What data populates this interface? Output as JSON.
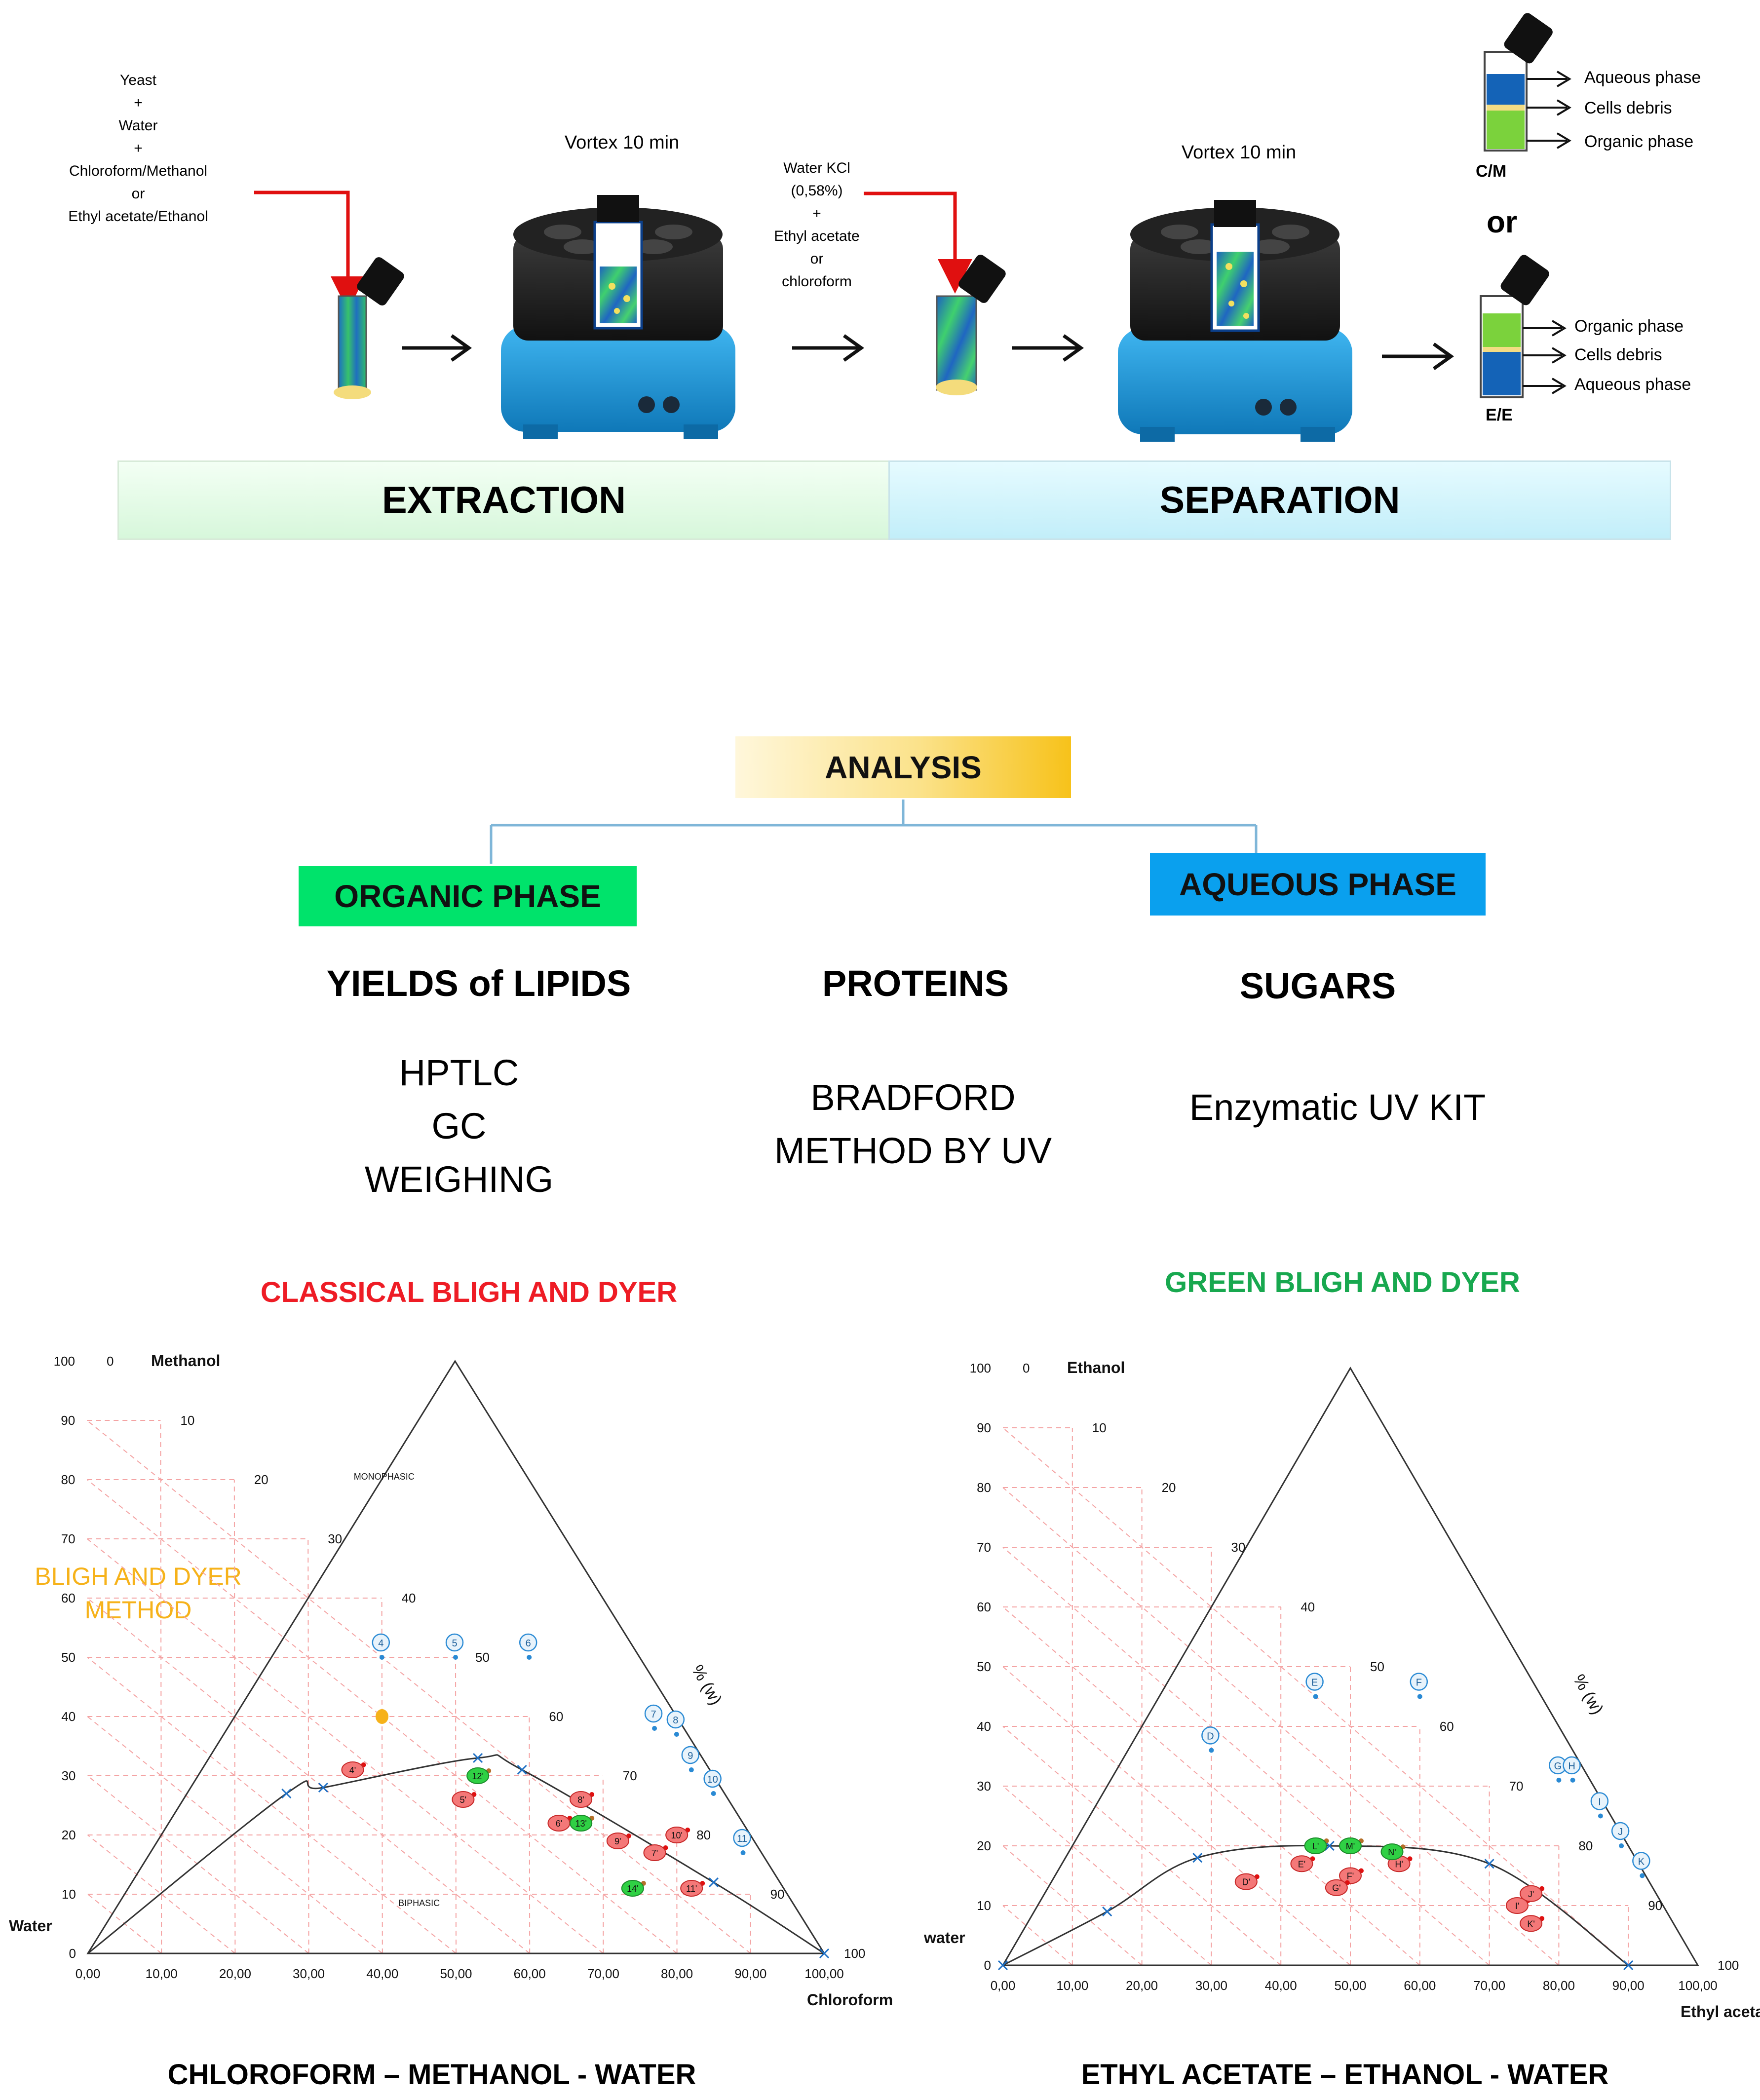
{
  "workflow": {
    "ingredients": [
      "Yeast",
      "+",
      "Water",
      "+",
      "Chloroform/Methanol",
      "or",
      "Ethyl acetate/Ethanol"
    ],
    "vortex1": "Vortex 10 min",
    "additives": [
      "Water KCl",
      "(0,58%)",
      "+",
      "Ethyl acetate",
      "or",
      "chloroform"
    ],
    "vortex2": "Vortex 10 min",
    "cm_label": "C/M",
    "cm_phases": [
      "Aqueous phase",
      "Cells debris",
      "Organic phase"
    ],
    "or_text": "or",
    "ee_label": "E/E",
    "ee_phases": [
      "Organic phase",
      "Cells debris",
      "Aqueous phase"
    ],
    "extraction": "EXTRACTION",
    "separation": "SEPARATION"
  },
  "analysis": {
    "title": "ANALYSIS",
    "organic": "ORGANIC PHASE",
    "aqueous": "AQUEOUS PHASE",
    "lipids_title": "YIELDS of LIPIDS",
    "lipids_methods": [
      "HPTLC",
      "GC",
      "WEIGHING"
    ],
    "proteins_title": "PROTEINS",
    "proteins_methods": [
      "BRADFORD",
      "METHOD BY UV"
    ],
    "sugars_title": "SUGARS",
    "sugars_methods": [
      "Enzymatic UV KIT"
    ]
  },
  "colors": {
    "organic_green": "#00e36b",
    "aqueous_blue": "#0aa0ee",
    "extraction_bg": "#e3fbe6",
    "separation_bg": "#cdf3fb",
    "analysis_gold": "#f7c21a",
    "red_title": "#ee1c25",
    "green_title": "#18a84f",
    "gold_text": "#f6b21a"
  },
  "chart_data": [
    {
      "type": "ternary",
      "title": "CLASSICAL BLIGH AND DYER",
      "subtitle": "CHLOROFORM – METHANOL - WATER",
      "components": [
        "Methanol",
        "Chloroform",
        "Water"
      ],
      "unit": "% (w)",
      "bottom_ticks": [
        "0,00",
        "10,00",
        "20,00",
        "30,00",
        "40,00",
        "50,00",
        "60,00",
        "70,00",
        "80,00",
        "90,00",
        "100,00"
      ],
      "left_ticks": [
        "0",
        "10",
        "20",
        "30",
        "40",
        "50",
        "60",
        "70",
        "80",
        "90",
        "100"
      ],
      "right_ticks": [
        "100",
        "90",
        "80",
        "70",
        "60",
        "50",
        "40",
        "30",
        "20",
        "10",
        "0"
      ],
      "region_labels": [
        "MONOPHASIC",
        "BIPHASIC"
      ],
      "annotation": [
        "BLIGH AND DYER",
        "METHOD"
      ],
      "binodal": [
        [
          0,
          0
        ],
        [
          27,
          27
        ],
        [
          32,
          28
        ],
        [
          53,
          33
        ],
        [
          59,
          31
        ],
        [
          85,
          12
        ],
        [
          100,
          0
        ]
      ],
      "binodal_markers": [
        [
          27,
          27
        ],
        [
          32,
          28
        ],
        [
          53,
          33
        ],
        [
          59,
          31
        ],
        [
          85,
          12
        ],
        [
          100,
          0
        ]
      ],
      "bligh_dyer_point": [
        40,
        40
      ],
      "points": [
        {
          "label": "4",
          "series": "monophasic",
          "x": 40,
          "y": 50
        },
        {
          "label": "5",
          "series": "monophasic",
          "x": 50,
          "y": 50
        },
        {
          "label": "6",
          "series": "monophasic",
          "x": 60,
          "y": 50
        },
        {
          "label": "7",
          "series": "monophasic",
          "x": 77,
          "y": 38
        },
        {
          "label": "8",
          "series": "monophasic",
          "x": 80,
          "y": 37
        },
        {
          "label": "9",
          "series": "monophasic",
          "x": 82,
          "y": 31
        },
        {
          "label": "10",
          "series": "monophasic",
          "x": 85,
          "y": 27
        },
        {
          "label": "11",
          "series": "monophasic",
          "x": 89,
          "y": 17
        },
        {
          "label": "4'",
          "series": "red",
          "x": 36,
          "y": 31
        },
        {
          "label": "5'",
          "series": "red",
          "x": 51,
          "y": 26
        },
        {
          "label": "6'",
          "series": "red",
          "x": 64,
          "y": 22
        },
        {
          "label": "7'",
          "series": "red",
          "x": 77,
          "y": 17
        },
        {
          "label": "8'",
          "series": "red",
          "x": 67,
          "y": 26
        },
        {
          "label": "9'",
          "series": "red",
          "x": 72,
          "y": 19
        },
        {
          "label": "10'",
          "series": "red",
          "x": 80,
          "y": 20
        },
        {
          "label": "11'",
          "series": "red",
          "x": 82,
          "y": 11
        },
        {
          "label": "12'",
          "series": "green",
          "x": 53,
          "y": 30
        },
        {
          "label": "13'",
          "series": "green",
          "x": 67,
          "y": 22
        },
        {
          "label": "14'",
          "series": "green",
          "x": 74,
          "y": 11
        }
      ]
    },
    {
      "type": "ternary",
      "title": "GREEN BLIGH AND DYER",
      "subtitle": "ETHYL ACETATE – ETHANOL - WATER",
      "components": [
        "Ethanol",
        "Ethyl acetate",
        "water"
      ],
      "unit": "% (w)",
      "bottom_ticks": [
        "0,00",
        "10,00",
        "20,00",
        "30,00",
        "40,00",
        "50,00",
        "60,00",
        "70,00",
        "80,00",
        "90,00",
        "100,00"
      ],
      "left_ticks": [
        "0",
        "10",
        "20",
        "30",
        "40",
        "50",
        "60",
        "70",
        "80",
        "90",
        "100"
      ],
      "right_ticks": [
        "100",
        "90",
        "80",
        "70",
        "60",
        "50",
        "40",
        "30",
        "20",
        "10",
        "0"
      ],
      "binodal": [
        [
          0,
          0
        ],
        [
          15,
          9
        ],
        [
          28,
          18
        ],
        [
          47,
          20
        ],
        [
          70,
          17
        ],
        [
          90,
          0
        ]
      ],
      "binodal_markers": [
        [
          0,
          0
        ],
        [
          15,
          9
        ],
        [
          28,
          18
        ],
        [
          47,
          20
        ],
        [
          70,
          17
        ],
        [
          90,
          0
        ]
      ],
      "points": [
        {
          "label": "D",
          "series": "monophasic",
          "x": 30,
          "y": 36
        },
        {
          "label": "E",
          "series": "monophasic",
          "x": 45,
          "y": 45
        },
        {
          "label": "F",
          "series": "monophasic",
          "x": 60,
          "y": 45
        },
        {
          "label": "G",
          "series": "monophasic",
          "x": 80,
          "y": 31
        },
        {
          "label": "H",
          "series": "monophasic",
          "x": 82,
          "y": 31
        },
        {
          "label": "I",
          "series": "monophasic",
          "x": 86,
          "y": 25
        },
        {
          "label": "J",
          "series": "monophasic",
          "x": 89,
          "y": 20
        },
        {
          "label": "K",
          "series": "monophasic",
          "x": 92,
          "y": 15
        },
        {
          "label": "D'",
          "series": "red",
          "x": 35,
          "y": 14
        },
        {
          "label": "E'",
          "series": "red",
          "x": 43,
          "y": 17
        },
        {
          "label": "F'",
          "series": "red",
          "x": 50,
          "y": 15
        },
        {
          "label": "G'",
          "series": "red",
          "x": 48,
          "y": 13
        },
        {
          "label": "H'",
          "series": "red",
          "x": 57,
          "y": 17
        },
        {
          "label": "I'",
          "series": "red",
          "x": 74,
          "y": 10
        },
        {
          "label": "J'",
          "series": "red",
          "x": 76,
          "y": 12
        },
        {
          "label": "K'",
          "series": "red",
          "x": 76,
          "y": 7
        },
        {
          "label": "L'",
          "series": "green",
          "x": 45,
          "y": 20
        },
        {
          "label": "M'",
          "series": "green",
          "x": 50,
          "y": 20
        },
        {
          "label": "N'",
          "series": "green",
          "x": 56,
          "y": 19
        }
      ]
    }
  ]
}
